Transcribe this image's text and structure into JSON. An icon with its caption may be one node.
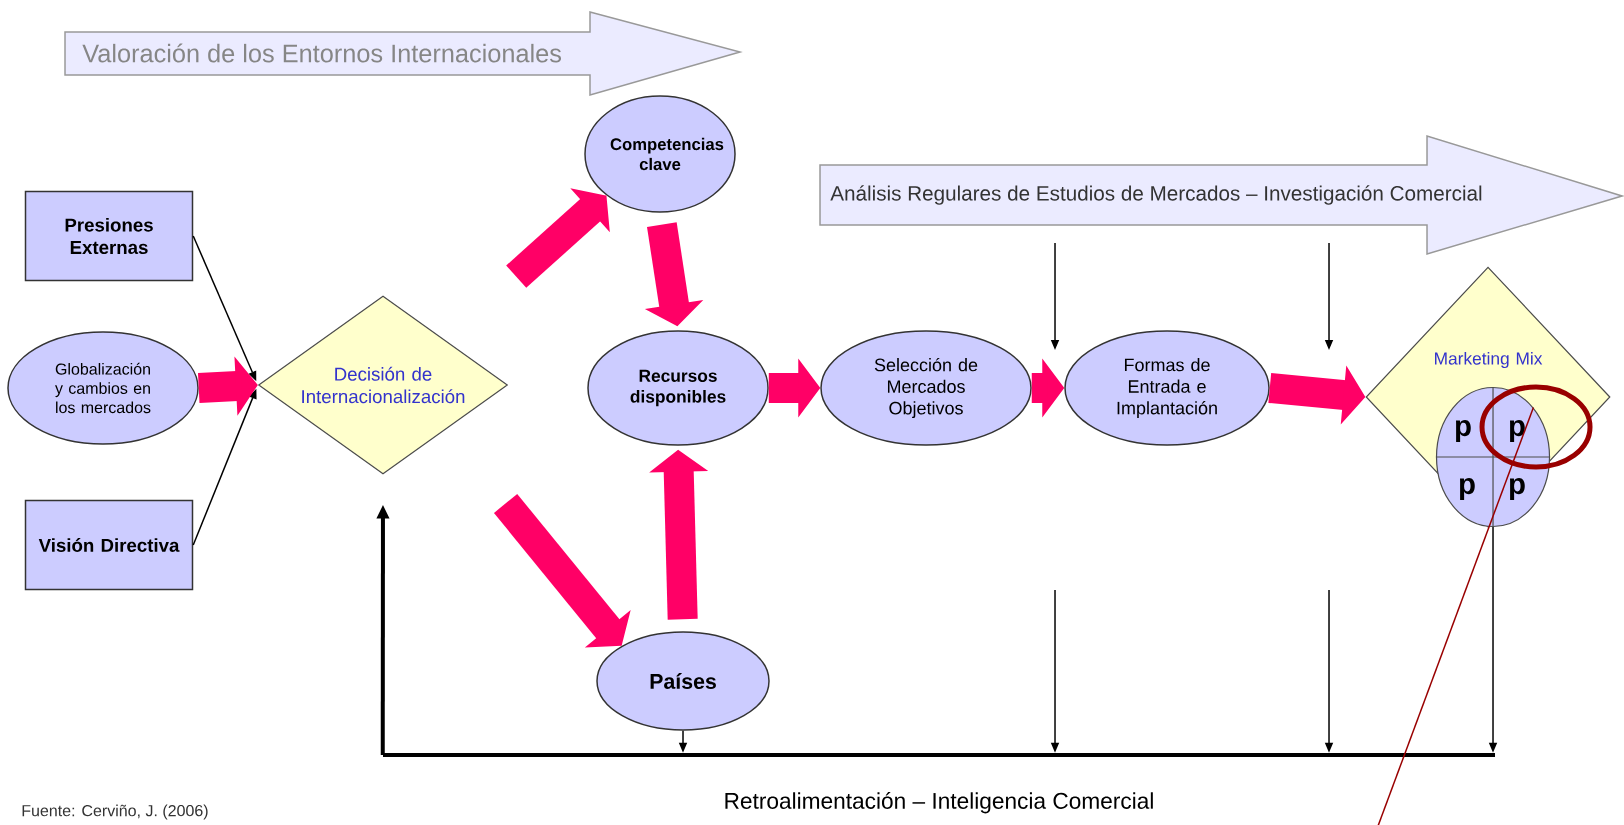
{
  "diagram": {
    "nodes": [
      {
        "text": [
          "Valoración de los Entornos Internacionales"
        ]
      },
      {
        "text": [
          "Presiones Externas"
        ]
      },
      {
        "text": [
          "Globalización y cambios en los mercados"
        ]
      },
      {
        "text": [
          "Visión Directiva"
        ]
      },
      {
        "text": [
          "Decisión de Internacionalización"
        ]
      },
      {
        "text": [
          "Competencias clave"
        ]
      },
      {
        "text": [
          "Recursos disponibles"
        ]
      },
      {
        "text": [
          "Países"
        ]
      },
      {
        "text": [
          "Análisis Regulares de Estudios de Mercados – Investigación Comercial"
        ]
      },
      {
        "text": [
          "Selección de Mercados Objetivos"
        ]
      },
      {
        "text": [
          "Formas de Entrada e Implantación"
        ]
      },
      {
        "text": [
          "Marketing Mix"
        ]
      },
      {
        "text": [
          "p",
          "p",
          "p",
          "p"
        ],
        "in": 11
      },
      {
        "text": [
          "Retroalimentación – Inteligencia Comercial"
        ]
      }
    ],
    "edges": [
      {
        "from": 1,
        "to": 4,
        "arrow": "to"
      },
      {
        "from": 3,
        "to": 4,
        "arrow": "to"
      },
      {
        "from": 2,
        "to": 4,
        "arrow": "to",
        "style": "thick",
        "color": "#ff0066"
      },
      {
        "from": 4,
        "to": 5,
        "arrow": "to",
        "style": "thick",
        "color": "#ff0066"
      },
      {
        "from": 4,
        "to": 7,
        "arrow": "to",
        "style": "thick",
        "color": "#ff0066"
      },
      {
        "from": 5,
        "to": 6,
        "arrow": "to",
        "style": "thick",
        "color": "#ff0066"
      },
      {
        "from": 7,
        "to": 6,
        "arrow": "to",
        "style": "thick",
        "color": "#ff0066"
      },
      {
        "from": 6,
        "to": 9,
        "arrow": "to",
        "style": "thick",
        "color": "#ff0066"
      },
      {
        "from": 9,
        "to": 10,
        "arrow": "to",
        "style": "thick",
        "color": "#ff0066"
      },
      {
        "from": 10,
        "to": 11,
        "arrow": "to",
        "style": "thick",
        "color": "#ff0066"
      },
      {
        "from": 8,
        "to": null,
        "arrow": "to"
      },
      {
        "from": 8,
        "to": null,
        "arrow": "to"
      },
      {
        "from": 7,
        "to": 13,
        "arrow": "to"
      },
      {
        "from": null,
        "to": 13,
        "arrow": "to"
      },
      {
        "from": null,
        "to": 13,
        "arrow": "to"
      },
      {
        "from": 12,
        "to": 13,
        "arrow": "to"
      },
      {
        "from": 13,
        "to": 4,
        "arrow": "to",
        "style": "thick"
      },
      {
        "from": null,
        "to": 12,
        "arrow": "none",
        "color": "#990000"
      }
    ],
    "labels": [
      "Fuente: Cerviño, J. (2006)"
    ]
  }
}
